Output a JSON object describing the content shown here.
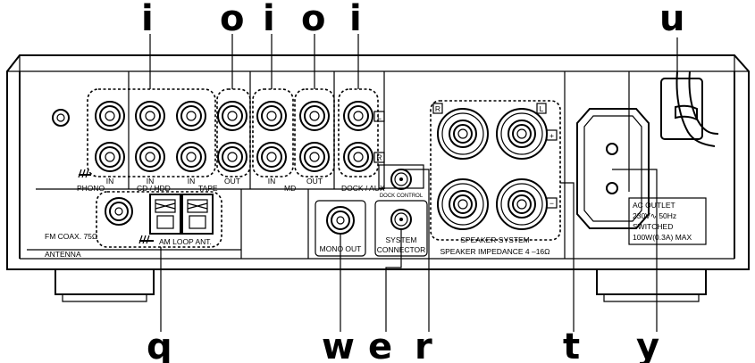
{
  "callouts": {
    "i1": "i",
    "o1": "o",
    "i2": "i",
    "o2": "o",
    "i3": "i",
    "u": "u",
    "q": "q",
    "w": "w",
    "e": "e",
    "r": "r",
    "t": "t",
    "y": "y"
  },
  "labels": {
    "phono": "PHONO",
    "cd_hdd": "CD / HDD",
    "tape": "TAPE",
    "md": "MD",
    "dock_aux": "DOCK / AUX",
    "in1": "IN",
    "in2": "IN",
    "in3": "IN",
    "in4": "IN",
    "out1": "OUT",
    "out2": "OUT",
    "side_l": "L",
    "side_r": "R",
    "fm_coax": "FM COAX. 75Ω",
    "antenna": "ANTENNA",
    "am_loop": "AM LOOP ANT.",
    "mono_out": "MONO OUT",
    "dock_control": "DOCK CONTROL",
    "system": "SYSTEM",
    "connector": "CONNECTOR",
    "spk_r": "R",
    "spk_l": "L",
    "plus": "+",
    "minus": "−",
    "speaker_system": "SPEAKER SYSTEM",
    "speaker_impedance": "SPEAKER IMPEDANCE 4 –16Ω",
    "ac_outlet": "AC OUTLET",
    "ac_voltage": "230V∿ 50Hz",
    "switched": "SWITCHED",
    "max": "100W(0.3A) MAX"
  }
}
